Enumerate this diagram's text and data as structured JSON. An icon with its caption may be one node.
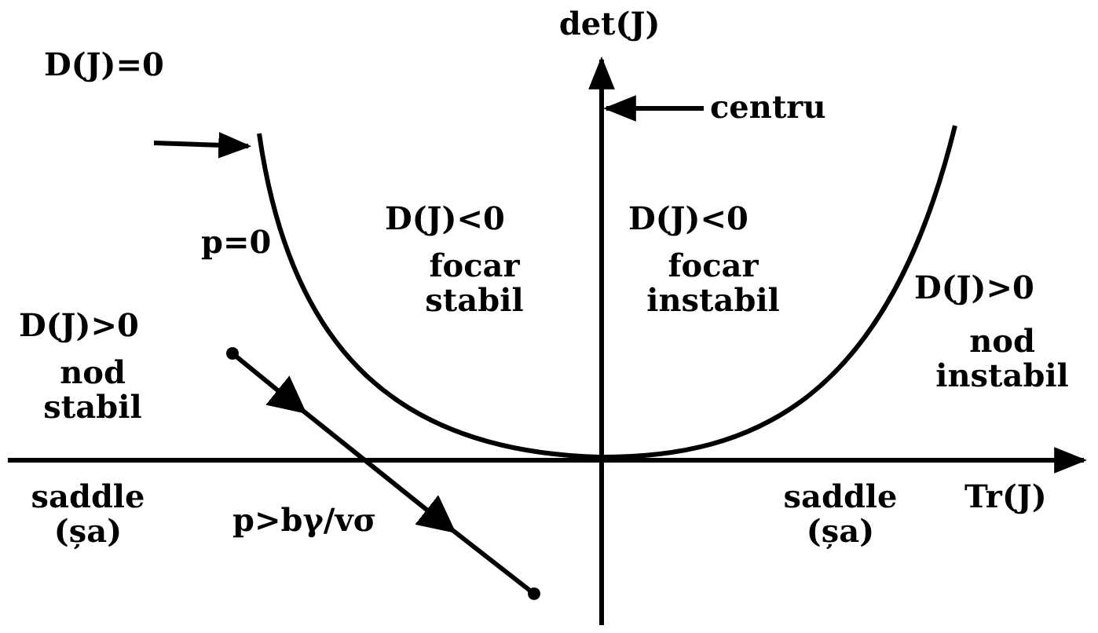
{
  "diagram": {
    "nodes": [
      {
        "text": [
          "D(J)=0"
        ]
      },
      {
        "text": [],
        "shape": "curve"
      },
      {
        "text": [
          "centru"
        ]
      },
      {
        "text": [],
        "shape": "line"
      }
    ],
    "edges": [
      {
        "from": 0,
        "to": 1,
        "arrow": "to"
      },
      {
        "from": 2,
        "to": 3,
        "arrow": "to"
      }
    ],
    "labels": [
      "det(J)",
      "D(J)<0",
      "focar stabil",
      "D(J)<0",
      "focar instabil",
      "p=0",
      "D(J)>0",
      "nod instabil",
      "D(J)>0",
      "nod stabil",
      "saddle (șa)",
      "p>bγ/vσ",
      "saddle (șa)",
      "Tr(J)"
    ]
  }
}
